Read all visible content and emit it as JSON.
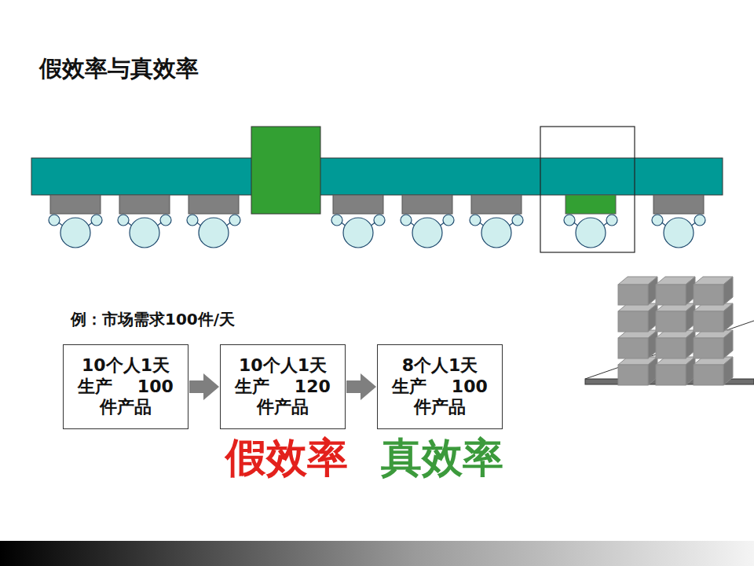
{
  "diagram": {
    "title": "假效率与真效率",
    "nodes": [
      {
        "text": [
          "10个人1天 生产 100件产品"
        ]
      },
      {
        "text": [
          "10个人1天 生产 120件产品"
        ]
      },
      {
        "text": [
          "8个人1天 生产 100件产品"
        ]
      }
    ],
    "edges": [
      {
        "from": 0,
        "to": 1,
        "arrow": "to"
      },
      {
        "from": 1,
        "to": 2,
        "arrow": "to"
      }
    ],
    "labels": [
      "例：市场需求100件/天",
      "假效率",
      "真效率"
    ]
  }
}
